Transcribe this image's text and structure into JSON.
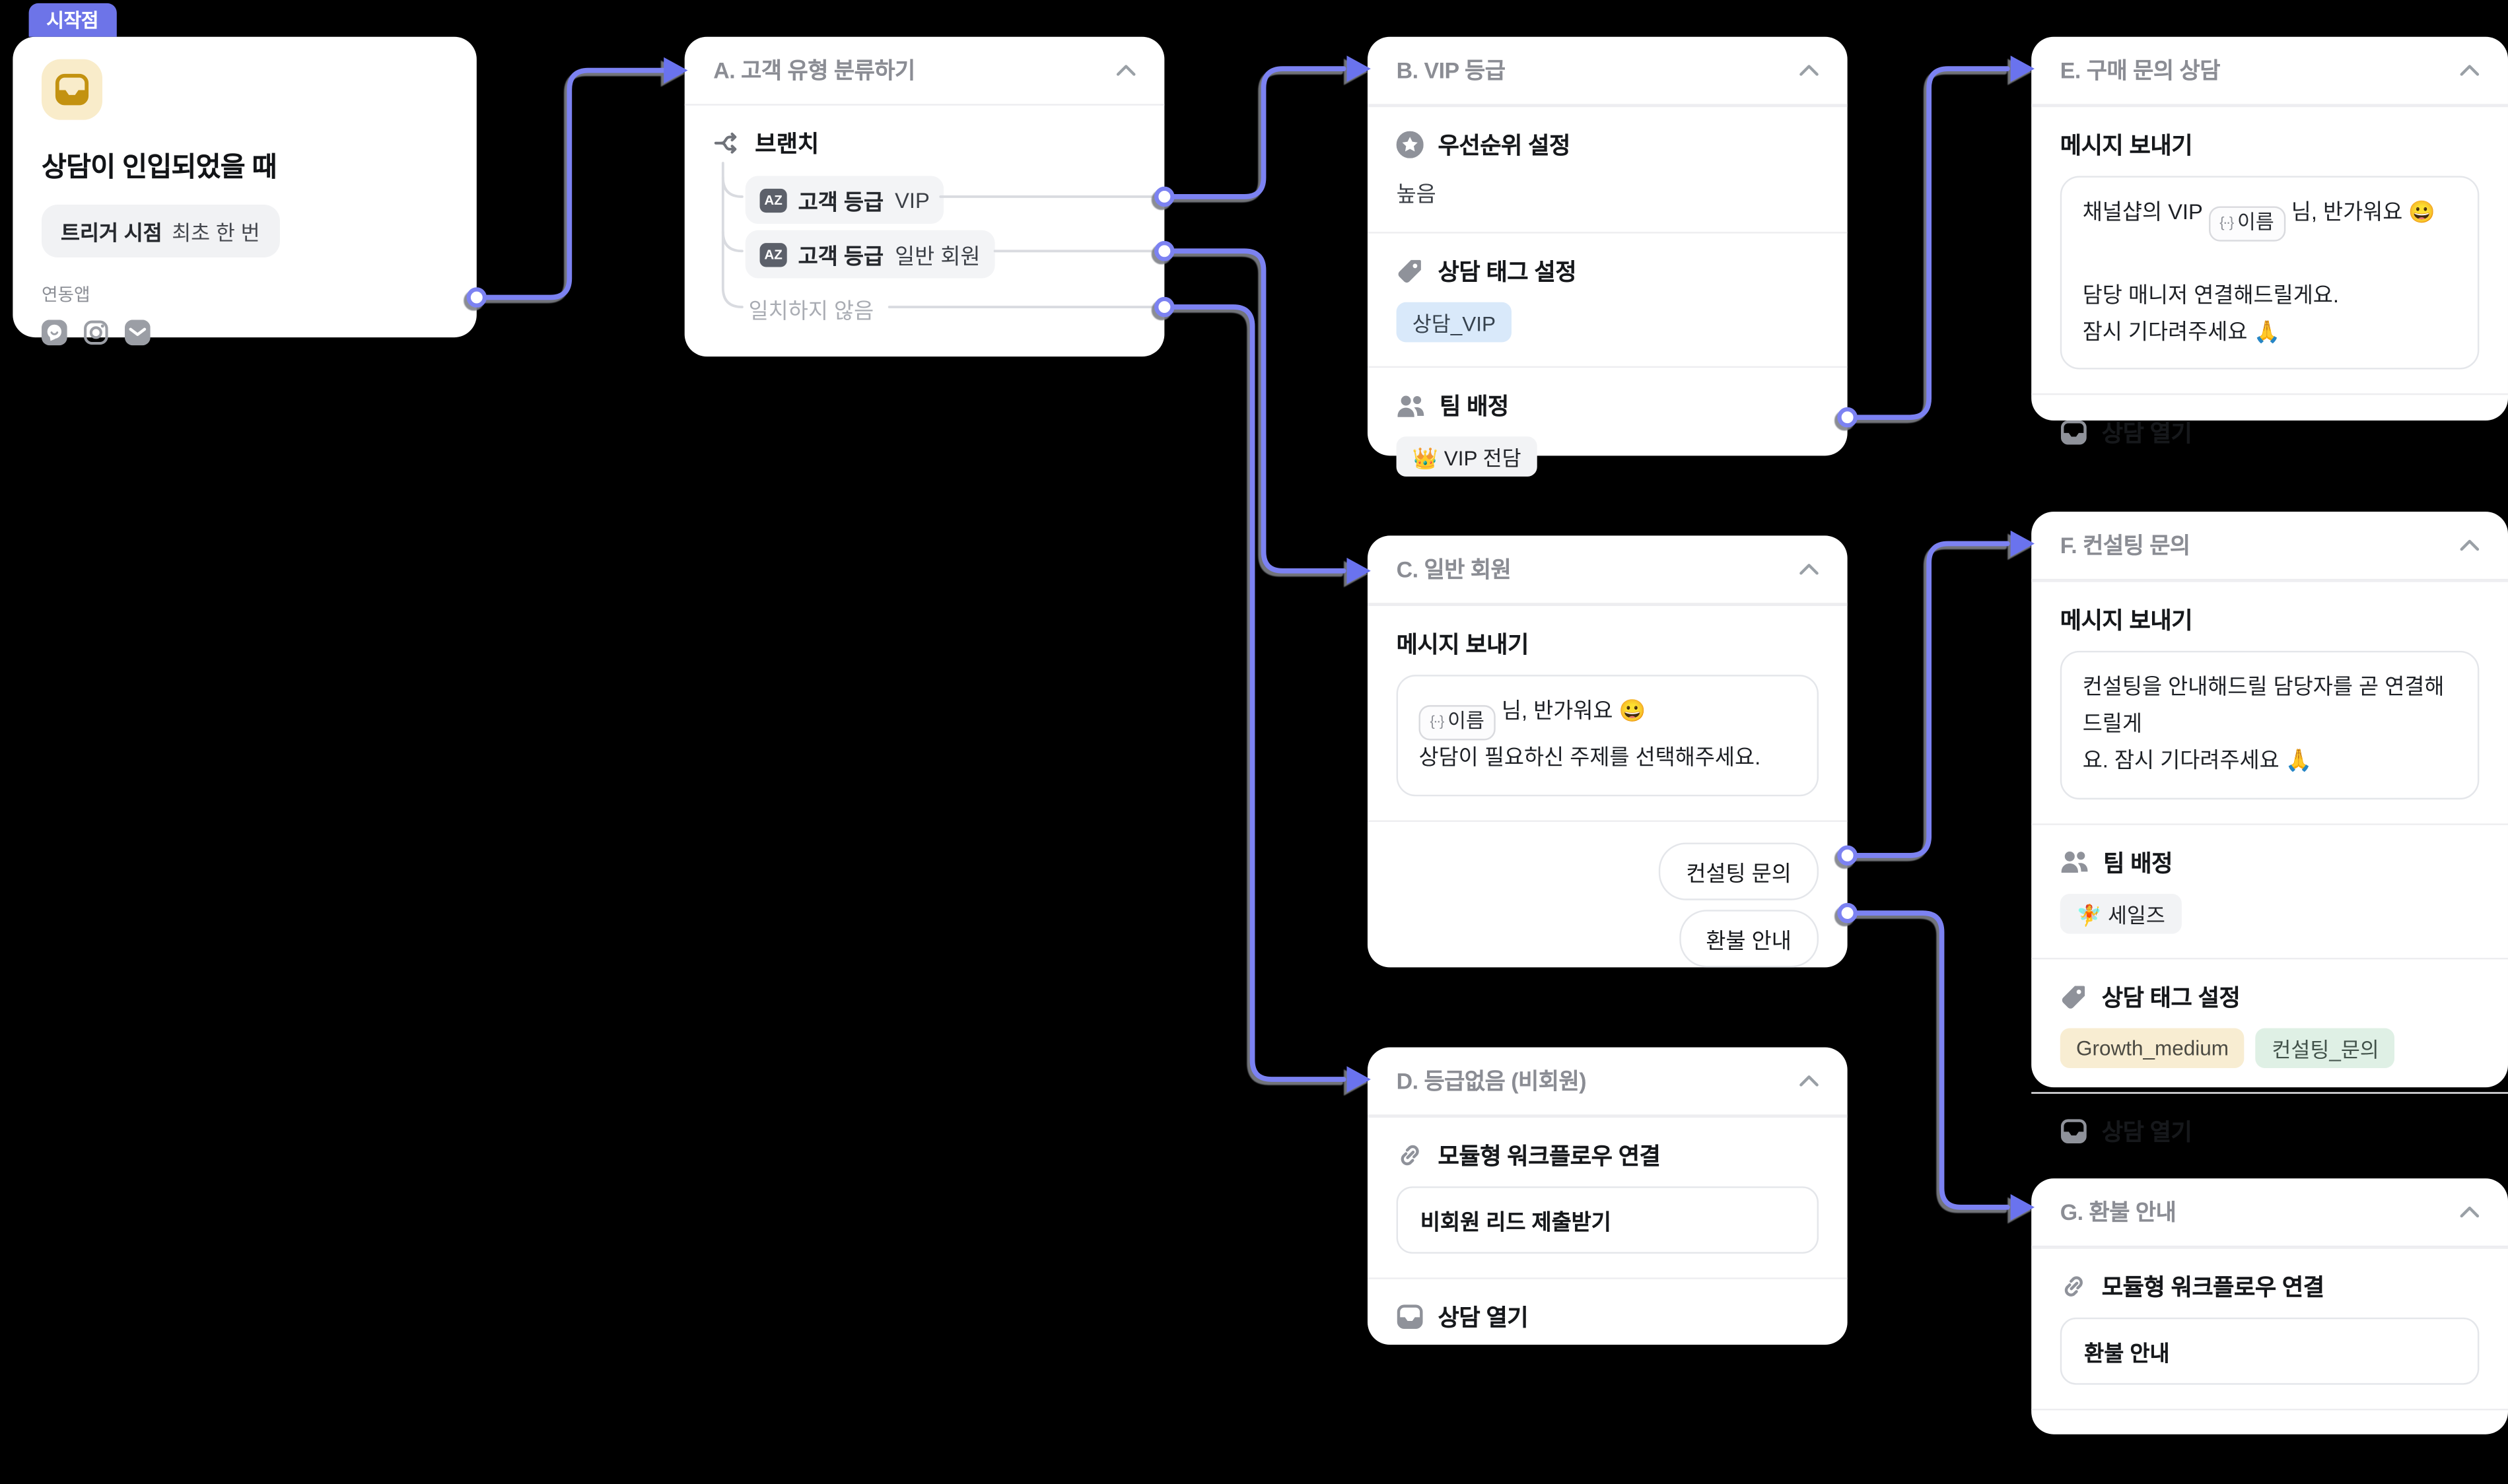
{
  "colors": {
    "canvas_bg": "#000000",
    "accent_badge": "#6d74e8",
    "connector": "#7b82f2",
    "arrow": "#6a73ee",
    "tag_blue_bg": "#d9e9fa",
    "tag_cream_bg": "#f8edd2",
    "tag_green_bg": "#dff0e5"
  },
  "start_card": {
    "badge": "시작점",
    "title": "상담이 인입되었을 때",
    "trigger_label": "트리거 시점",
    "trigger_value": "최초 한 번",
    "apps_label": "연동앱",
    "app_icons": [
      "channel-chat-icon",
      "instagram-icon",
      "email-icon"
    ]
  },
  "cards": {
    "a": {
      "header": "A. 고객 유형 분류하기",
      "branch_label": "브랜치",
      "branches": [
        {
          "badge": "AZ",
          "label": "고객 등급",
          "value": "VIP"
        },
        {
          "badge": "AZ",
          "label": "고객 등급",
          "value": "일반 회원"
        }
      ],
      "fallback": "일치하지 않음"
    },
    "b": {
      "header": "B. VIP 등급",
      "priority_title": "우선순위 설정",
      "priority_value": "높음",
      "tag_title": "상담 태그 설정",
      "tags": [
        {
          "label": "상담_VIP"
        }
      ],
      "team_title": "팀 배정",
      "team_value": "👑 VIP 전담"
    },
    "c": {
      "header": "C. 일반 회원",
      "message_title": "메시지 보내기",
      "var_glyph": "{··}",
      "var_chip": "이름",
      "line1_suffix": " 님, 반가워요 😀",
      "line2": "상담이 필요하신 주제를 선택해주세요.",
      "buttons": [
        {
          "label": "컨설팅 문의"
        },
        {
          "label": "환불 안내"
        }
      ]
    },
    "d": {
      "header": "D. 등급없음 (비회원)",
      "module_title": "모듈형 워크플로우 연결",
      "module_value": "비회원 리드 제출받기",
      "open_label": "상담 열기"
    },
    "e": {
      "header": "E. 구매 문의 상담",
      "message_title": "메시지 보내기",
      "line1_prefix": "채널샵의 VIP ",
      "var_glyph": "{··}",
      "var_chip": "이름",
      "line1_suffix": " 님, 반가워요 😀",
      "line2": "담당 매니저 연결해드릴게요.",
      "line3": "잠시 기다려주세요 🙏",
      "open_label": "상담 열기"
    },
    "f": {
      "header": "F. 컨설팅 문의",
      "message_title": "메시지 보내기",
      "message_line1": "컨설팅을 안내해드릴 담당자를 곧 연결해드릴게",
      "message_line2": "요. 잠시 기다려주세요 🙏",
      "team_title": "팀 배정",
      "team_value": "🧚 세일즈",
      "tag_title": "상담 태그 설정",
      "tags": [
        {
          "label": "Growth_medium"
        },
        {
          "label": "컨설팅_문의"
        }
      ],
      "open_label": "상담 열기"
    },
    "g": {
      "header": "G. 환불 안내",
      "module_title": "모듈형 워크플로우 연결",
      "module_value": "환불 안내"
    }
  }
}
